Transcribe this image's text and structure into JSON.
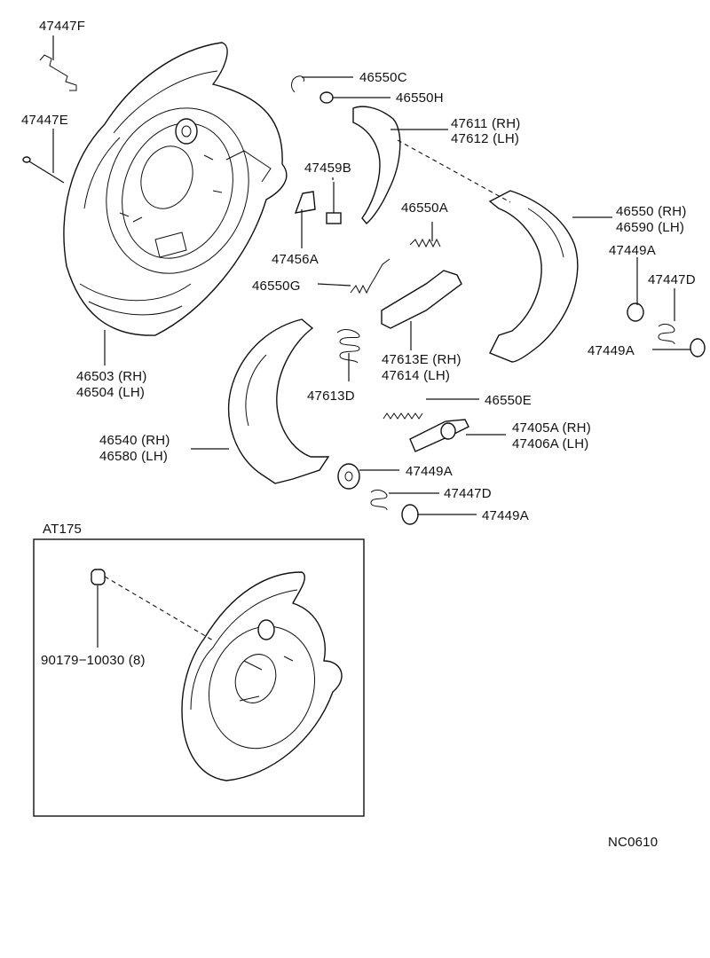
{
  "labels": {
    "p47447F": "47447F",
    "p47447E": "47447E",
    "p46503": "46503 (RH)",
    "p46504": "46504 (LH)",
    "p46550C": "46550C",
    "p46550H": "46550H",
    "p47611": "47611 (RH)",
    "p47612": "47612 (LH)",
    "p47459B": "47459B",
    "p47456A": "47456A",
    "p46550A": "46550A",
    "p46550": "46550 (RH)",
    "p46590": "46590 (LH)",
    "p47449A_1": "47449A",
    "p47447D_1": "47447D",
    "p47449A_2": "47449A",
    "p46550G": "46550G",
    "p47613E": "47613E (RH)",
    "p47614": "47614   (LH)",
    "p47613D": "47613D",
    "p46550E": "46550E",
    "p47405A": "47405A (RH)",
    "p47406A": "47406A (LH)",
    "p46540": "46540 (RH)",
    "p46580": "46580 (LH)",
    "p47449A_3": "47449A",
    "p47447D_2": "47447D",
    "p47449A_4": "47449A",
    "inset_title": "AT175",
    "p90179": "90179−10030  (8)",
    "diagram_code": "NC0610"
  }
}
